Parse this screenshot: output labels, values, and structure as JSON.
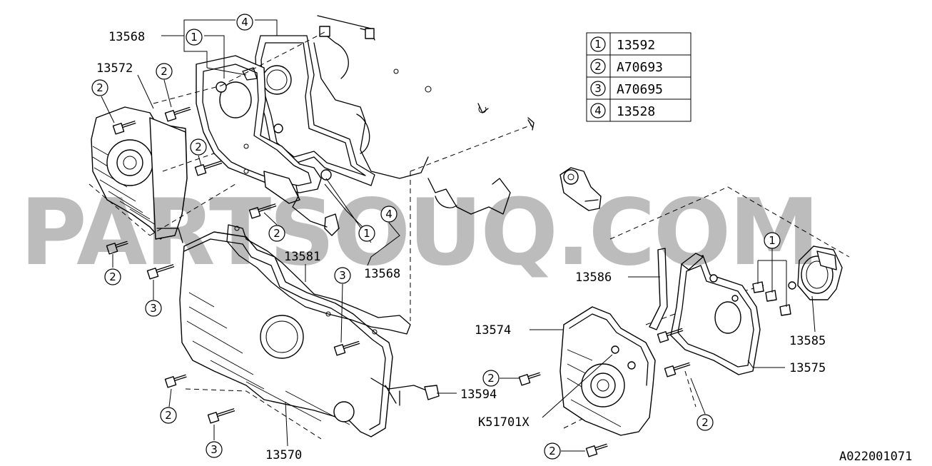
{
  "diagram": {
    "watermark": "PARTSOUQ.COM",
    "diagram_code": "A022001071",
    "legend": [
      {
        "ref": "1",
        "part": "13592"
      },
      {
        "ref": "2",
        "part": "A70693"
      },
      {
        "ref": "3",
        "part": "A70695"
      },
      {
        "ref": "4",
        "part": "13528"
      }
    ],
    "part_labels": {
      "p13568_top": "13568",
      "p13572": "13572",
      "p13581": "13581",
      "p13568_mid": "13568",
      "p13570": "13570",
      "p13594": "13594",
      "p13586": "13586",
      "p13574": "13574",
      "p13585": "13585",
      "p13575": "13575",
      "pK51701X": "K51701X"
    },
    "callouts": {
      "c4_top": "4",
      "c1_top": "1",
      "c2_a": "2",
      "c2_b": "2",
      "c2_c": "2",
      "c4_mid": "4",
      "c1_mid": "1",
      "c2_d": "2",
      "c2_e": "2",
      "c3_a": "3",
      "c3_b": "3",
      "c2_f": "2",
      "c3_c": "3",
      "c1_right": "1",
      "c2_g": "2",
      "c2_h": "2",
      "c2_i": "2"
    }
  }
}
